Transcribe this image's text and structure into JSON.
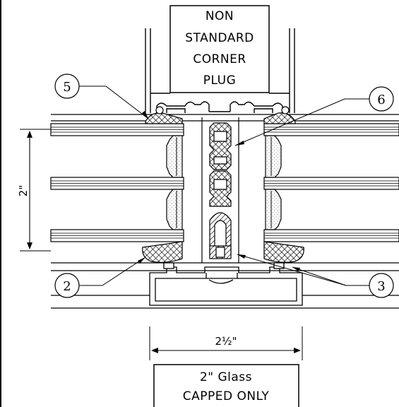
{
  "top_label": {
    "lines": [
      "NON",
      "STANDARD",
      "CORNER",
      "PLUG"
    ]
  },
  "bottom_label": {
    "lines": [
      "2\"  Glass",
      "CAPPED  ONLY"
    ]
  },
  "dimensions": {
    "height": "2\"",
    "width": "2½\""
  },
  "callouts": [
    "5",
    "6",
    "2",
    "3"
  ],
  "colors": {
    "line": "#000000",
    "background": "#ffffff",
    "stipple": "#555555"
  }
}
